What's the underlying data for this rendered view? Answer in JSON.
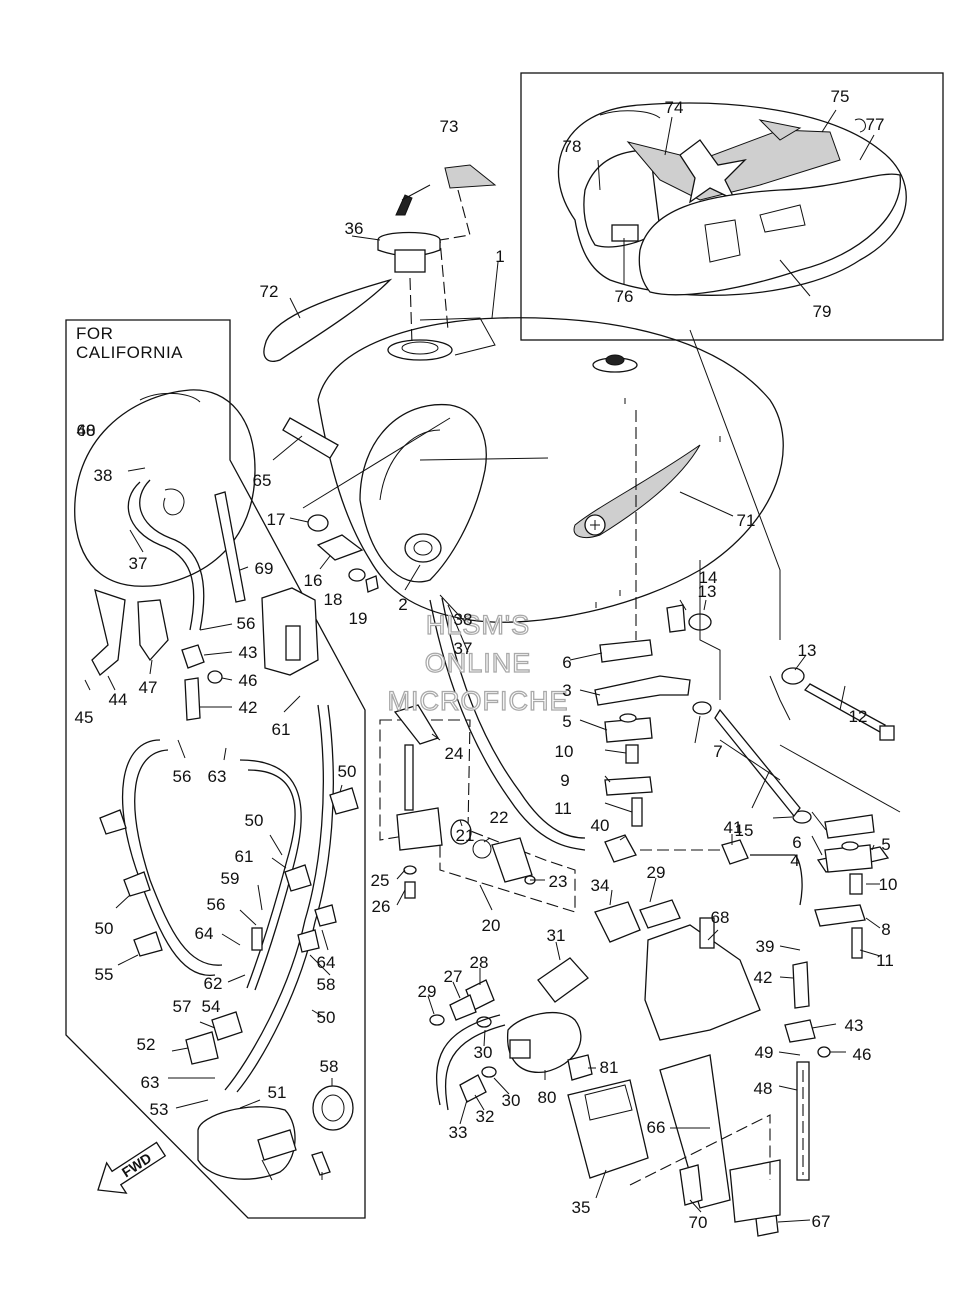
{
  "california_box": {
    "line1": "FOR",
    "line2": "CALIFORNIA"
  },
  "watermark": {
    "line1": "HLSM'S",
    "line2": "ONLINE",
    "line3": "MICROFICHE"
  },
  "fwd_arrow": {
    "label": "FWD"
  },
  "callouts": [
    "73",
    "74",
    "75",
    "77",
    "78",
    "76",
    "79",
    "36",
    "1",
    "72",
    "65",
    "17",
    "16",
    "18",
    "19",
    "2",
    "71",
    "14",
    "13",
    "38",
    "37",
    "6",
    "3",
    "5",
    "10",
    "9",
    "11",
    "7",
    "15",
    "12",
    "13",
    "6",
    "4",
    "5",
    "10",
    "8",
    "11",
    "24",
    "21",
    "22",
    "23",
    "25",
    "26",
    "20",
    "40",
    "41",
    "34",
    "29",
    "68",
    "39",
    "42",
    "43",
    "46",
    "49",
    "48",
    "31",
    "28",
    "27",
    "29",
    "30",
    "30",
    "32",
    "33",
    "80",
    "81",
    "35",
    "66",
    "70",
    "67",
    "38",
    "37",
    "69",
    "56",
    "43",
    "46",
    "45",
    "44",
    "47",
    "42",
    "61",
    "56",
    "63",
    "50",
    "48",
    "60",
    "50",
    "61",
    "59",
    "56",
    "64",
    "64",
    "58",
    "62",
    "50",
    "54",
    "50",
    "55",
    "57",
    "52",
    "63",
    "58",
    "51",
    "53"
  ]
}
